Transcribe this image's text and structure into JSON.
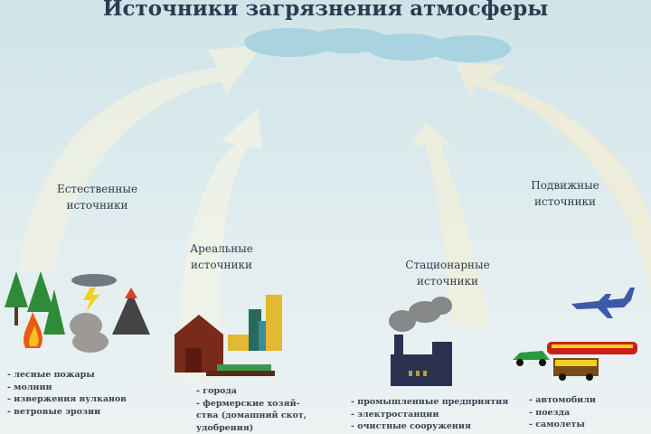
{
  "title": "Источники загрязнения атмосферы",
  "groups": {
    "natural": {
      "label1": "Естественные",
      "label2": "источники",
      "items": [
        "- лесные пожары",
        "- молнии",
        "- извержения вулканов",
        "- ветровые эрозии"
      ]
    },
    "areal": {
      "label1": "Ареальные",
      "label2": "источники",
      "items": [
        "- города",
        "- фермерские хозяй-",
        "ства (домашний скот,",
        "удобрения)"
      ]
    },
    "stationary": {
      "label1": "Стационарные",
      "label2": "источники",
      "items": [
        "- промышленные предприятия",
        "- электростанции",
        "- очистные сооружения"
      ]
    },
    "mobile": {
      "label1": "Подвижные",
      "label2": "источники",
      "items": [
        "- автомобили",
        "- поезда",
        "- самолеты"
      ]
    }
  }
}
